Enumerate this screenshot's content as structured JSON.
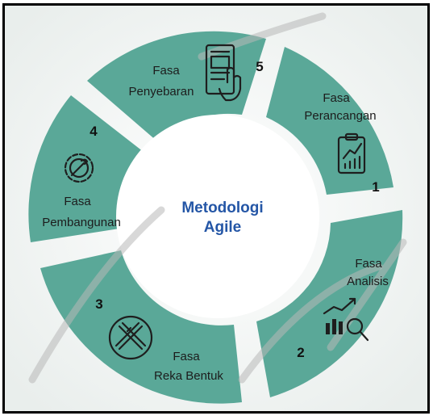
{
  "diagram": {
    "center_title_line1": "Metodologi",
    "center_title_line2": "Agile",
    "phases": [
      {
        "number": "1",
        "label_line1": "Fasa",
        "label_line2": "Perancangan",
        "icon": "chart-clipboard-icon"
      },
      {
        "number": "2",
        "label_line1": "Fasa",
        "label_line2": "Analisis",
        "icon": "analytics-magnifier-icon"
      },
      {
        "number": "3",
        "label_line1": "Fasa",
        "label_line2": "Reka Bentuk",
        "icon": "pencil-ruler-icon"
      },
      {
        "number": "4",
        "label_line1": "Fasa",
        "label_line2": "Pembangunan",
        "icon": "gear-wrench-icon"
      },
      {
        "number": "5",
        "label_line1": "Fasa",
        "label_line2": "Penyebaran",
        "icon": "touch-device-icon"
      }
    ]
  },
  "colors": {
    "ring": "#5aa898",
    "ring_dark": "#3f8a7b",
    "background": "#f2f5f4",
    "title": "#2456a6",
    "border": "#000000"
  }
}
